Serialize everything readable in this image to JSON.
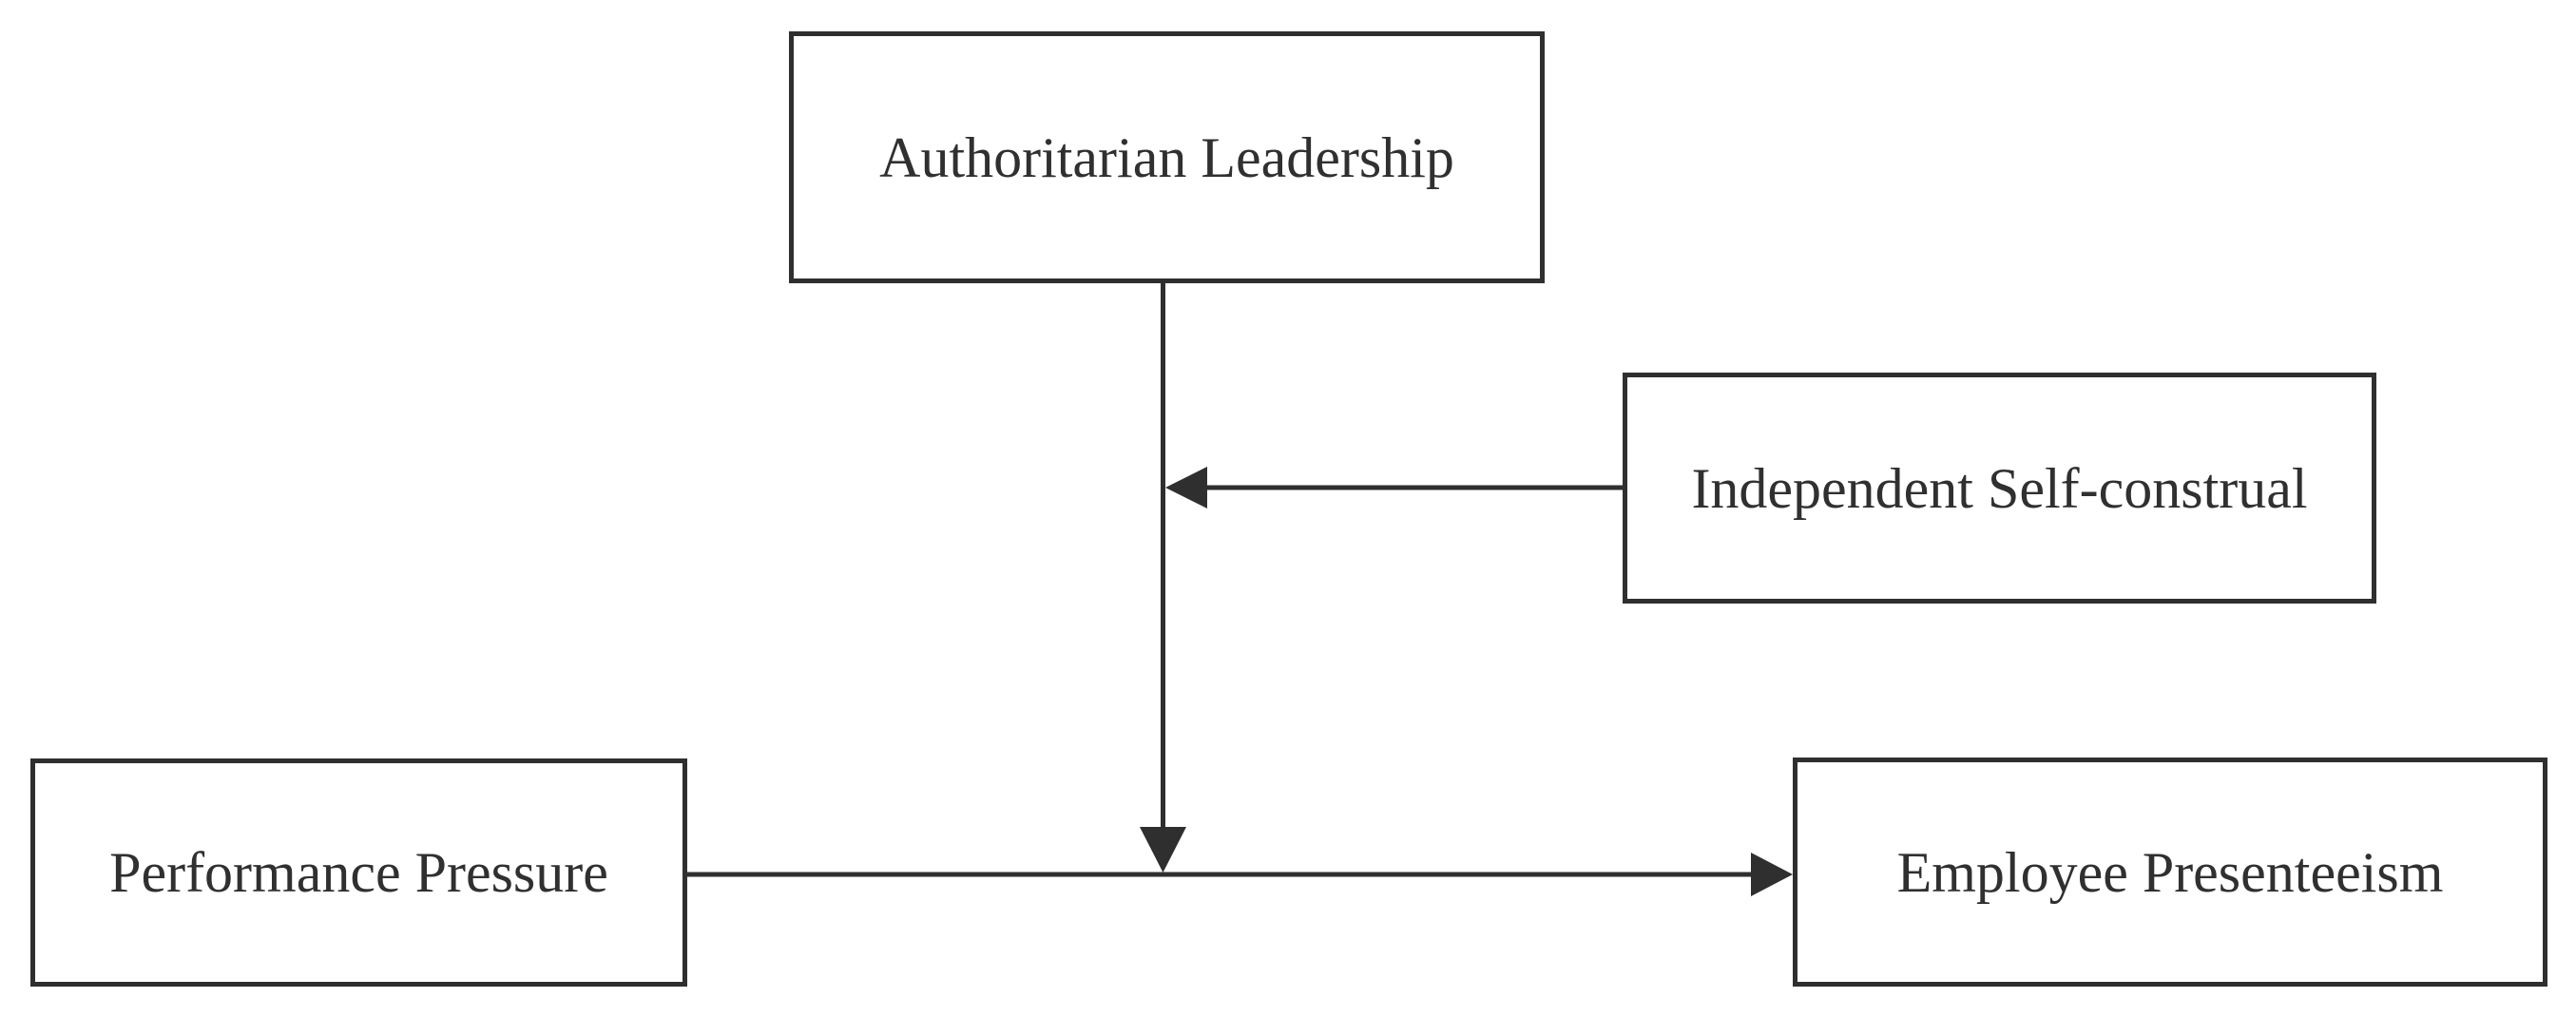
{
  "diagram": {
    "type": "conceptual-model",
    "background_color": "#ffffff",
    "stroke_color": "#2f2f2f",
    "text_color": "#303030",
    "nodes": [
      {
        "id": "authoritarian_leadership",
        "label": "Authoritarian Leadership",
        "role": "moderator",
        "position": "top-center"
      },
      {
        "id": "independent_self_construal",
        "label": "Independent Self-construal",
        "role": "second-moderator",
        "position": "middle-right"
      },
      {
        "id": "performance_pressure",
        "label": "Performance Pressure",
        "role": "independent-variable",
        "position": "bottom-left"
      },
      {
        "id": "employee_presenteeism",
        "label": "Employee Presenteeism",
        "role": "dependent-variable",
        "position": "bottom-right"
      }
    ],
    "edges": [
      {
        "id": "main_effect",
        "from": "performance_pressure",
        "to": "employee_presenteeism",
        "arrow_direction": "right"
      },
      {
        "id": "moderation_leadership",
        "from": "authoritarian_leadership",
        "to": "main_effect_line",
        "arrow_direction": "down"
      },
      {
        "id": "moderation_construal",
        "from": "independent_self_construal",
        "to": "moderation_leadership_line",
        "arrow_direction": "left"
      }
    ]
  }
}
